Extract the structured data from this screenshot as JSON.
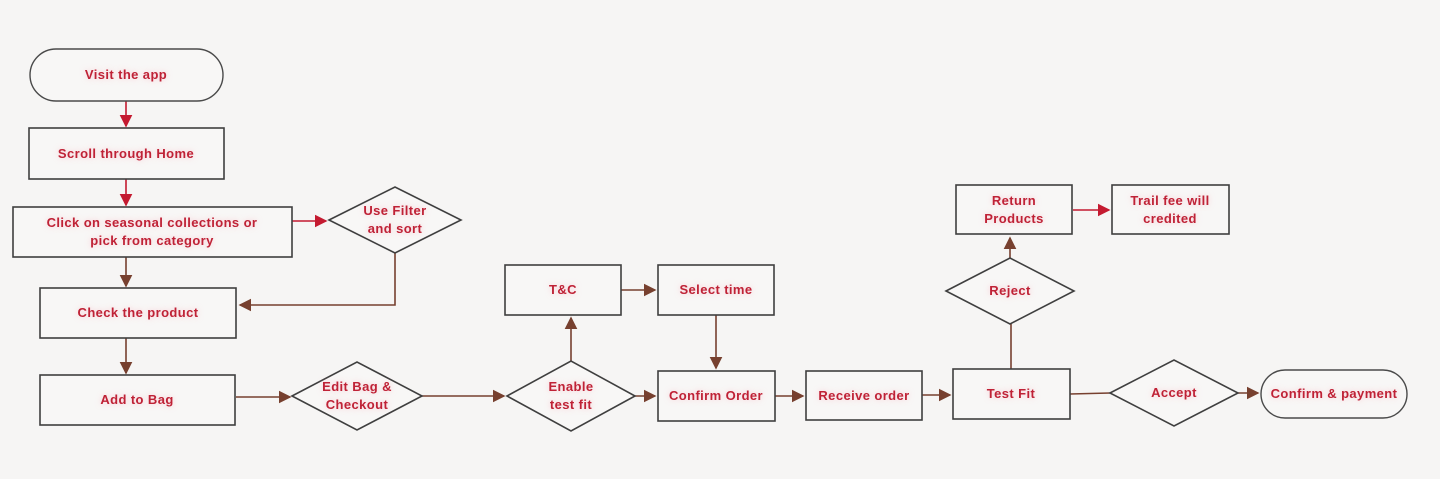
{
  "diagram": {
    "type": "flowchart",
    "colors": {
      "background": "#f6f5f4",
      "node_fill": "#f8f7f6",
      "node_border": "#3f3f3f",
      "node_text": "#bf2236",
      "edge_red": "#c41a30",
      "edge_brown": "#77402f"
    },
    "nodes": [
      {
        "id": "visit-app",
        "shape": "stadium",
        "label": "Visit the app"
      },
      {
        "id": "scroll-home",
        "shape": "rectangle",
        "label": "Scroll through Home"
      },
      {
        "id": "seasonal",
        "shape": "rectangle",
        "label": "Click on seasonal collections or\npick from category"
      },
      {
        "id": "use-filter",
        "shape": "diamond",
        "label": "Use Filter\nand sort"
      },
      {
        "id": "check-product",
        "shape": "rectangle",
        "label": "Check the product"
      },
      {
        "id": "add-to-bag",
        "shape": "rectangle",
        "label": "Add to Bag"
      },
      {
        "id": "edit-bag",
        "shape": "diamond",
        "label": "Edit Bag &\nCheckout"
      },
      {
        "id": "enable-test-fit",
        "shape": "diamond",
        "label": "Enable\ntest fit"
      },
      {
        "id": "t-and-c",
        "shape": "rectangle",
        "label": "T&C"
      },
      {
        "id": "select-time",
        "shape": "rectangle",
        "label": "Select time"
      },
      {
        "id": "confirm-order",
        "shape": "rectangle",
        "label": "Confirm Order"
      },
      {
        "id": "receive-order",
        "shape": "rectangle",
        "label": "Receive order"
      },
      {
        "id": "test-fit",
        "shape": "rectangle",
        "label": "Test Fit"
      },
      {
        "id": "reject",
        "shape": "diamond",
        "label": "Reject"
      },
      {
        "id": "return-products",
        "shape": "rectangle",
        "label": "Return\nProducts"
      },
      {
        "id": "trail-fee",
        "shape": "rectangle",
        "label": "Trail fee will\ncredited"
      },
      {
        "id": "accept",
        "shape": "diamond",
        "label": "Accept"
      },
      {
        "id": "confirm-payment",
        "shape": "stadium",
        "label": "Confirm & payment"
      }
    ],
    "edges": [
      {
        "from": "visit-app",
        "to": "scroll-home",
        "color": "red",
        "arrow": true
      },
      {
        "from": "scroll-home",
        "to": "seasonal",
        "color": "red",
        "arrow": true
      },
      {
        "from": "seasonal",
        "to": "use-filter",
        "color": "red",
        "arrow": true
      },
      {
        "from": "seasonal",
        "to": "check-product",
        "color": "brown",
        "arrow": true
      },
      {
        "from": "use-filter",
        "to": "check-product",
        "color": "brown",
        "arrow": true
      },
      {
        "from": "check-product",
        "to": "add-to-bag",
        "color": "brown",
        "arrow": true
      },
      {
        "from": "add-to-bag",
        "to": "edit-bag",
        "color": "brown",
        "arrow": true
      },
      {
        "from": "edit-bag",
        "to": "enable-test-fit",
        "color": "brown",
        "arrow": true
      },
      {
        "from": "enable-test-fit",
        "to": "t-and-c",
        "color": "brown",
        "arrow": true
      },
      {
        "from": "t-and-c",
        "to": "select-time",
        "color": "brown",
        "arrow": true
      },
      {
        "from": "select-time",
        "to": "confirm-order",
        "color": "brown",
        "arrow": true
      },
      {
        "from": "enable-test-fit",
        "to": "confirm-order",
        "color": "brown",
        "arrow": true
      },
      {
        "from": "confirm-order",
        "to": "receive-order",
        "color": "brown",
        "arrow": true
      },
      {
        "from": "receive-order",
        "to": "test-fit",
        "color": "brown",
        "arrow": true
      },
      {
        "from": "test-fit",
        "to": "reject",
        "color": "brown",
        "arrow": false
      },
      {
        "from": "reject",
        "to": "return-products",
        "color": "brown",
        "arrow": true
      },
      {
        "from": "return-products",
        "to": "trail-fee",
        "color": "red",
        "arrow": true
      },
      {
        "from": "test-fit",
        "to": "accept",
        "color": "brown",
        "arrow": false
      },
      {
        "from": "accept",
        "to": "confirm-payment",
        "color": "brown",
        "arrow": true
      }
    ]
  }
}
